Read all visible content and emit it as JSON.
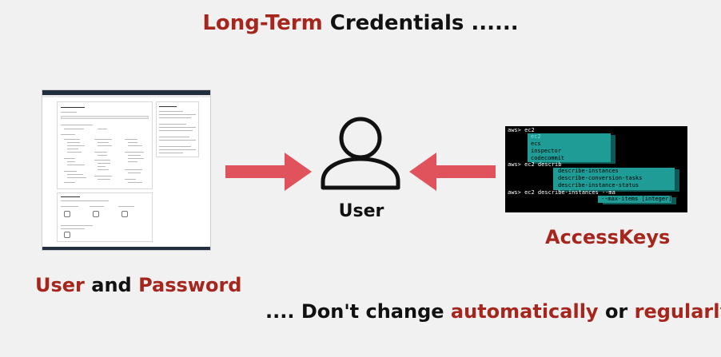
{
  "title": {
    "part1": "Long-Term",
    "part2": "Credentials ......"
  },
  "left_label": {
    "part1": "User",
    "part2": "and",
    "part3": "Password"
  },
  "center_label": "User",
  "right_label": "AccessKeys",
  "bottom_line": {
    "part1": ".... Don't change",
    "part2": "automatically",
    "part3": "or",
    "part4": "regularly"
  },
  "terminal": {
    "line1": "aws> ec2",
    "completions1": [
      "ec2",
      "ecs",
      "inspector",
      "codecommit"
    ],
    "line2": "aws> ec2 describ",
    "completions2": [
      "describe-instances",
      "describe-conversion-tasks",
      "describe-instance-status"
    ],
    "line3": "aws> ec2 describe-instances --ma",
    "completions3": "--max-items [integer]"
  },
  "colors": {
    "accent_red": "#a6261d",
    "arrow": "#e0525c",
    "teal": "#1f9c96",
    "text": "#111111"
  }
}
